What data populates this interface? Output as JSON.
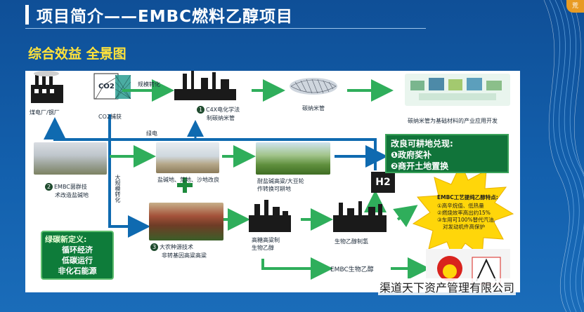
{
  "header": {
    "title": "项目简介——EMBC燃料乙醇项目",
    "subtitle": "综合效益 全景图",
    "badge": "荒"
  },
  "diagram": {
    "labels": {
      "power_plant": "煤电厂/钢厂",
      "co2_capture": "CO2捕获",
      "co2_text": "CO2",
      "mineralization": "规模转化",
      "c4x": "C4X电化学法",
      "c4x_sub": "制碳纳米管",
      "nanotube": "碳纳米管",
      "nano_app": "碳纳米管为基础材料的产业应用开发",
      "green_power": "绿电",
      "large_scale": "大规模转化",
      "saline_area": "EMBC菌群技",
      "saline_area2": "术改造盐碱地",
      "wasteland": "盐碱地、荒地、沙地改良",
      "farmland": "耐盐碱高粱/大豆轮",
      "farmland2": "作转换可耕地",
      "sorghum": "大农种源技术",
      "sorghum2": "非转基因高粱高粱",
      "high_ethanol": "高糖高粱制",
      "high_ethanol2": "生物乙醇",
      "bio_hydrogen": "生物乙醇制氢",
      "h2": "H2",
      "embc_ethanol": "EMBC生物乙醇",
      "num1": "1",
      "num2": "2",
      "num3": "3"
    },
    "farmland_box": {
      "title": "改良可耕地兑现:",
      "item1": "❶政府奖补",
      "item2": "❷商开土地置换"
    },
    "green_box": {
      "title": "绿碳新定义:",
      "line1": "循环经济",
      "line2": "低碳运行",
      "line3": "非化石能源"
    },
    "star_box": {
      "line1": "EMBC工艺提纯乙醇特点:",
      "line2": "①高辛烷值、低热量",
      "line3": "②燃烧效率高出约15%",
      "line4": "③车用可100%替代汽油,",
      "line5": "对发动机件高保护"
    }
  },
  "watermark": "渠道天下资产管理有限公司",
  "colors": {
    "background": "#1360ad",
    "title": "#ffffff",
    "subtitle": "#ffe23a",
    "green_arrow": "#2fae5b",
    "blue_line": "#0f6ab0",
    "green_box": "#0e7c3a",
    "star": "#ffd60a"
  }
}
